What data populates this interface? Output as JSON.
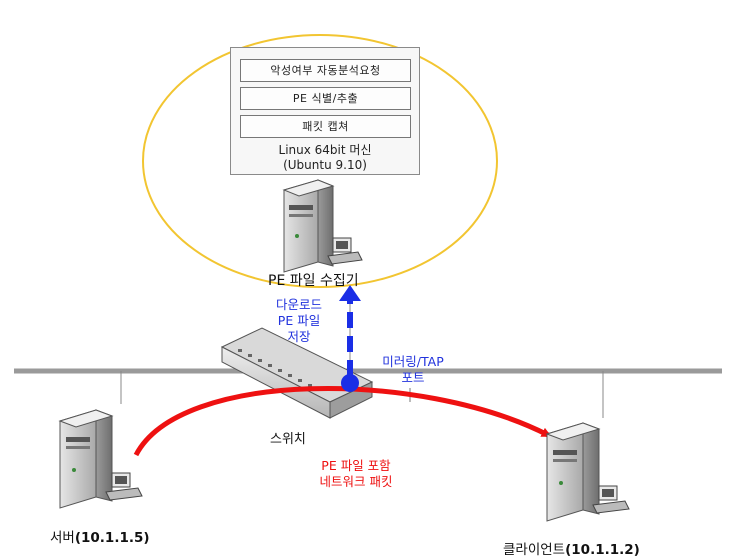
{
  "stack": {
    "layers": [
      "악성여부 자동분석요청",
      "PE 식별/추출",
      "패킷 캡쳐"
    ],
    "machine_line1": "Linux 64bit 머신",
    "machine_line2": "(Ubuntu 9.10)"
  },
  "collector": {
    "label": "PE 파일 수집기"
  },
  "download_note": {
    "line1": "다운로드",
    "line2": "PE 파일",
    "line3": "저장"
  },
  "mirror_note": {
    "line1": "미러링/TAP",
    "line2": "포트"
  },
  "switch": {
    "label": "스위치"
  },
  "packet_note": {
    "line1": "PE 파일 포함",
    "line2": "네트워크 패킷"
  },
  "server": {
    "name": "서버",
    "ip": "(10.1.1.5)"
  },
  "client": {
    "name": "클라이언트",
    "ip": "(10.1.1.2)"
  },
  "colors": {
    "ellipse": "#f2c531",
    "blue_arrow": "#1a2ee6",
    "red_arrow": "#ee1111",
    "network_line": "#999999"
  }
}
